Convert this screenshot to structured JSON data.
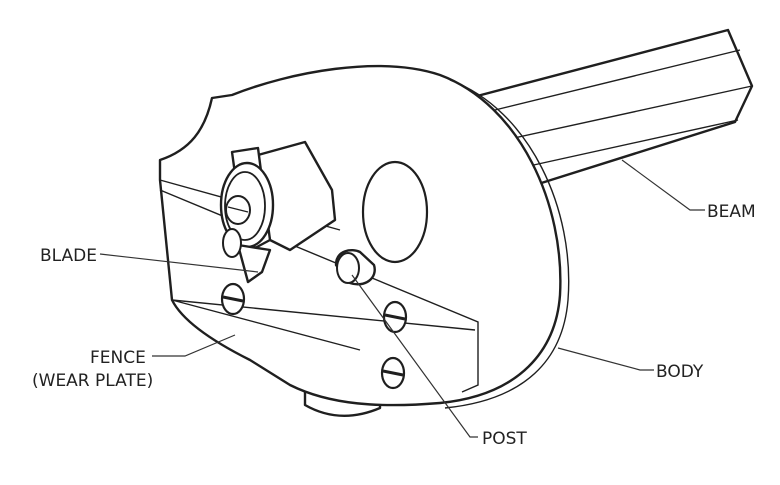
{
  "labels": {
    "beam": "BEAM",
    "blade": "BLADE",
    "fence_line1": "FENCE",
    "fence_line2": "(WEAR PLATE)",
    "body": "BODY",
    "post": "POST"
  },
  "colors": {
    "line": "#1f1f1f",
    "background": "#ffffff"
  }
}
